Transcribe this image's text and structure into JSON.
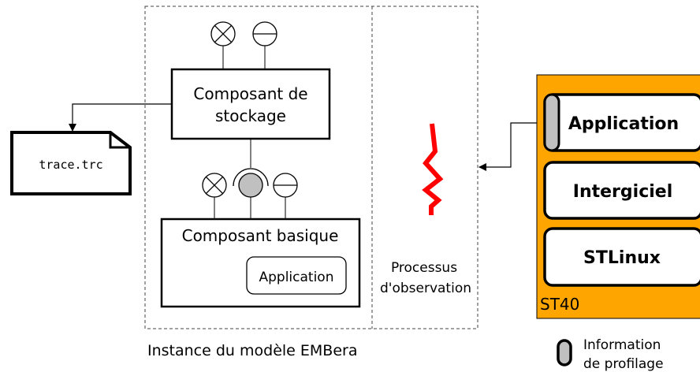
{
  "colors": {
    "stroke": "#000000",
    "platform_fill": "#FFA500",
    "observer_red": "#FF0000",
    "interface_gray": "#C0C0C0"
  },
  "trace_file": {
    "label": "trace.trc"
  },
  "instance": {
    "caption": "Instance du modèle EMBera"
  },
  "storage_component": {
    "line1": "Composant de",
    "line2": "stockage"
  },
  "basic_component": {
    "label": "Composant basique",
    "application_label": "Application"
  },
  "observation": {
    "line1": "Processus",
    "line2": "d'observation"
  },
  "platform": {
    "name": "ST40",
    "layers": [
      "Application",
      "Intergiciel",
      "STLinux"
    ]
  },
  "legend": {
    "line1": "Information",
    "line2": "de profilage"
  },
  "icons": {
    "storage_interfaces": [
      "cross-circle-interface-icon",
      "minus-circle-interface-icon"
    ],
    "basic_interfaces": [
      "cross-circle-interface-icon",
      "socket-ball-interface-icon",
      "minus-circle-interface-icon"
    ],
    "observer": "lightning-bolt-icon",
    "legend": "profiling-capsule-icon"
  }
}
